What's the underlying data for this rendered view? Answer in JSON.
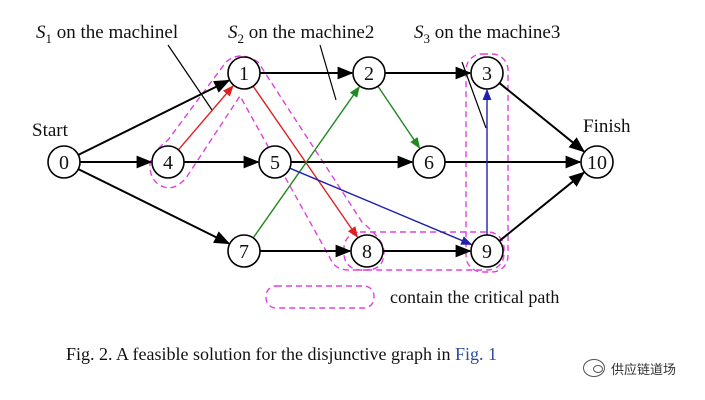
{
  "nodes": [
    {
      "id": "0",
      "label": "0"
    },
    {
      "id": "1",
      "label": "1"
    },
    {
      "id": "2",
      "label": "2"
    },
    {
      "id": "3",
      "label": "3"
    },
    {
      "id": "4",
      "label": "4"
    },
    {
      "id": "5",
      "label": "5"
    },
    {
      "id": "6",
      "label": "6"
    },
    {
      "id": "7",
      "label": "7"
    },
    {
      "id": "8",
      "label": "8"
    },
    {
      "id": "9",
      "label": "9"
    },
    {
      "id": "10",
      "label": "10"
    }
  ],
  "edges": [
    {
      "from": "0",
      "to": "1",
      "color": "#000000"
    },
    {
      "from": "0",
      "to": "4",
      "color": "#000000"
    },
    {
      "from": "0",
      "to": "7",
      "color": "#000000"
    },
    {
      "from": "1",
      "to": "2",
      "color": "#000000"
    },
    {
      "from": "2",
      "to": "3",
      "color": "#000000"
    },
    {
      "from": "4",
      "to": "5",
      "color": "#000000"
    },
    {
      "from": "5",
      "to": "6",
      "color": "#000000"
    },
    {
      "from": "7",
      "to": "8",
      "color": "#000000"
    },
    {
      "from": "8",
      "to": "9",
      "color": "#000000"
    },
    {
      "from": "3",
      "to": "10",
      "color": "#000000"
    },
    {
      "from": "6",
      "to": "10",
      "color": "#000000"
    },
    {
      "from": "9",
      "to": "10",
      "color": "#000000"
    },
    {
      "from": "4",
      "to": "1",
      "color": "#e02020"
    },
    {
      "from": "1",
      "to": "8",
      "color": "#e02020"
    },
    {
      "from": "7",
      "to": "2",
      "color": "#1f8a1f"
    },
    {
      "from": "2",
      "to": "6",
      "color": "#1f8a1f"
    },
    {
      "from": "5",
      "to": "9",
      "color": "#2020b0"
    },
    {
      "from": "9",
      "to": "3",
      "color": "#2020b0"
    }
  ],
  "labels": {
    "start": "Start",
    "finish": "Finish"
  },
  "annotations": [
    {
      "id": "s1",
      "main": "S",
      "sub": "1",
      "text": " on the machinel"
    },
    {
      "id": "s2",
      "main": "S",
      "sub": "2",
      "text": " on the machine2"
    },
    {
      "id": "s3",
      "main": "S",
      "sub": "3",
      "text": " on the machine3"
    }
  ],
  "legend": {
    "text": "contain the critical path",
    "color": "#e040e0"
  },
  "caption": {
    "main": "Fig. 2. A feasible solution for the disjunctive graph in ",
    "link": "Fig. 1"
  },
  "watermark": {
    "text": "供应链道场",
    "icon": "wechat-icon"
  }
}
